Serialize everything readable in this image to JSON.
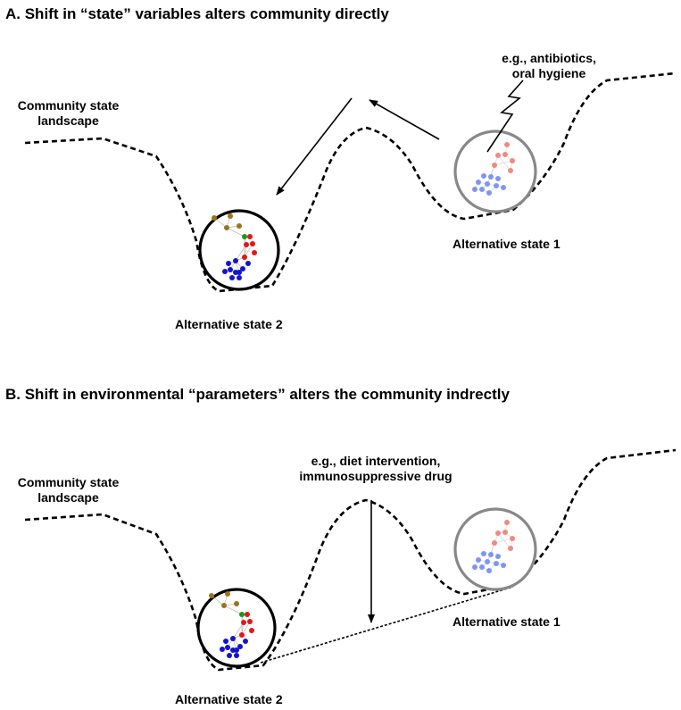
{
  "panel_a": {
    "title": "A. Shift in “state” variables alters community directly",
    "landscape_label_line1": "Community state",
    "landscape_label_line2": "landscape",
    "intervention_line1": "e.g., antibiotics,",
    "intervention_line2": "oral hygiene",
    "state1_label": "Alternative state 1",
    "state2_label": "Alternative state 2"
  },
  "panel_b": {
    "title": "B. Shift in environmental “parameters” alters the community indrectly",
    "landscape_label_line1": "Community state",
    "landscape_label_line2": "landscape",
    "intervention_line1": "e.g., diet intervention,",
    "intervention_line2": "immunosuppressive drug",
    "state1_label": "Alternative state 1",
    "state2_label": "Alternative state 2"
  },
  "colors": {
    "state1_ring": "#888888",
    "state2_ring": "#000000",
    "cluster_brown": "#9a7420",
    "cluster_green": "#1a9a1a",
    "cluster_red": "#e01818",
    "cluster_blue": "#1414cc",
    "cluster_salmon": "#f08a80",
    "cluster_lightblue": "#7f95f0"
  },
  "icons": [
    "lightning-bolt-icon",
    "arrow-icon"
  ]
}
